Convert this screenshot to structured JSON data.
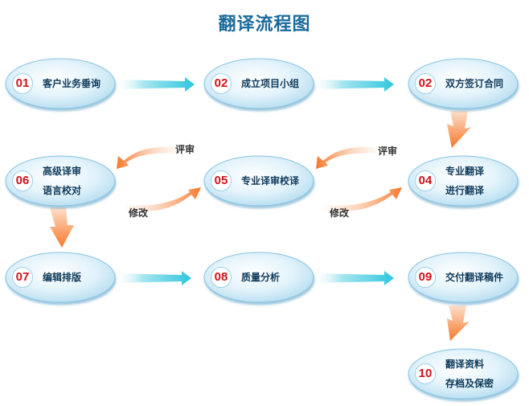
{
  "title": "翻译流程图",
  "colors": {
    "title": "#1a6a9c",
    "number": "#d0121b",
    "node_text": "#0f3a5a",
    "node_fill_center": "#f4fbfe",
    "node_fill_edge": "#b8e0f2",
    "node_border": "#7dbde0",
    "arrow_blue": "#3ecbe0",
    "arrow_orange": "#f7843a"
  },
  "nodes": [
    {
      "id": "n1",
      "num": "01",
      "lines": [
        "客户业务垂询"
      ]
    },
    {
      "id": "n2",
      "num": "02",
      "lines": [
        "成立项目小组"
      ]
    },
    {
      "id": "n3",
      "num": "02",
      "lines": [
        "双方签订合同"
      ]
    },
    {
      "id": "n4",
      "num": "04",
      "lines": [
        "专业翻译",
        "进行翻译"
      ]
    },
    {
      "id": "n5",
      "num": "05",
      "lines": [
        "专业译审校译"
      ]
    },
    {
      "id": "n6",
      "num": "06",
      "lines": [
        "高级译审",
        "语言校对"
      ]
    },
    {
      "id": "n7",
      "num": "07",
      "lines": [
        "编辑排版"
      ]
    },
    {
      "id": "n8",
      "num": "08",
      "lines": [
        "质量分析"
      ]
    },
    {
      "id": "n9",
      "num": "09",
      "lines": [
        "交付翻译稿件"
      ]
    },
    {
      "id": "n10",
      "num": "10",
      "lines": [
        "翻译资料",
        "存档及保密"
      ]
    }
  ],
  "annotations": {
    "review_left": "评审",
    "revise_left": "修改",
    "review_right": "评审",
    "revise_right": "修改"
  }
}
